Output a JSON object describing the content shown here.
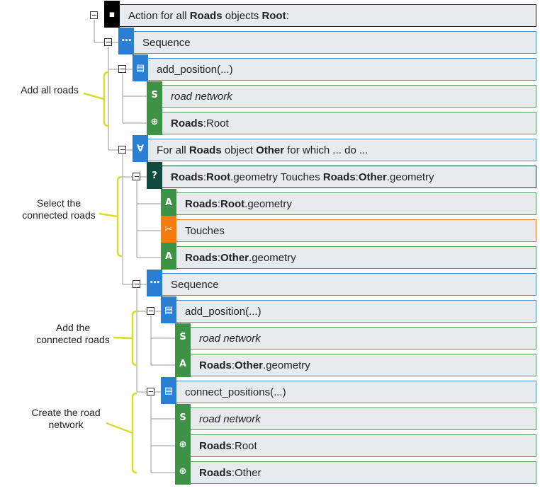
{
  "colors": {
    "blue": "#2a7ed3",
    "green": "#3d9245",
    "darkgreen": "#0f4a3f",
    "black": "#000000",
    "orange": "#f77b0c",
    "annotation": "#d6dc30",
    "node_bg": "#e8ebee"
  },
  "nodes": [
    {
      "id": "n0",
      "name": "action-for-all-node",
      "color": "black",
      "icon": "action-arrow-icon",
      "glyph": "▪",
      "parts": [
        {
          "t": "Action for all "
        },
        {
          "t": "Roads",
          "b": true
        },
        {
          "t": " objects "
        },
        {
          "t": "Root",
          "b": true
        },
        {
          "t": ":"
        }
      ]
    },
    {
      "id": "n1",
      "name": "sequence-node",
      "color": "blue",
      "icon": "sequence-dots-icon",
      "glyph": "•••",
      "parts": [
        {
          "t": "Sequence"
        }
      ]
    },
    {
      "id": "n2",
      "name": "add-position-node",
      "color": "blue",
      "icon": "procedure-icon",
      "glyph": "▤",
      "parts": [
        {
          "t": "add_position(...)"
        }
      ]
    },
    {
      "id": "n3",
      "name": "road-network-parameter",
      "color": "green",
      "icon": "string-s-icon",
      "glyph": "S",
      "italic": true,
      "parts": [
        {
          "t": "road network"
        }
      ]
    },
    {
      "id": "n4",
      "name": "roads-root-object",
      "color": "green",
      "icon": "object-target-icon",
      "glyph": "⊕",
      "parts": [
        {
          "t": "Roads",
          "b": true
        },
        {
          "t": ":Root"
        }
      ]
    },
    {
      "id": "n5",
      "name": "for-all-loop-node",
      "color": "blue",
      "icon": "for-all-icon",
      "glyph": "∀",
      "parts": [
        {
          "t": "For all "
        },
        {
          "t": "Roads",
          "b": true
        },
        {
          "t": " object "
        },
        {
          "t": "Other",
          "b": true
        },
        {
          "t": " for which ... do ..."
        }
      ]
    },
    {
      "id": "n6",
      "name": "touches-condition-node",
      "color": "darkgreen",
      "icon": "question-icon",
      "glyph": "?",
      "parts": [
        {
          "t": "Roads",
          "b": true
        },
        {
          "t": ":"
        },
        {
          "t": "Root",
          "b": true
        },
        {
          "t": ".geometry Touches "
        },
        {
          "t": "Roads",
          "b": true
        },
        {
          "t": ":"
        },
        {
          "t": "Other",
          "b": true
        },
        {
          "t": ".geometry"
        }
      ]
    },
    {
      "id": "n7",
      "name": "root-geometry-attribute",
      "color": "green",
      "icon": "attribute-a-icon",
      "glyph": "A",
      "parts": [
        {
          "t": "Roads",
          "b": true
        },
        {
          "t": ":"
        },
        {
          "t": "Root",
          "b": true
        },
        {
          "t": ".geometry"
        }
      ]
    },
    {
      "id": "n8",
      "name": "touches-operator-node",
      "color": "orange",
      "icon": "spatial-operator-icon",
      "glyph": "✂",
      "parts": [
        {
          "t": "Touches"
        }
      ]
    },
    {
      "id": "n9",
      "name": "other-geometry-attribute",
      "color": "green",
      "icon": "attribute-a-icon",
      "glyph": "A",
      "parts": [
        {
          "t": "Roads",
          "b": true
        },
        {
          "t": ":"
        },
        {
          "t": "Other",
          "b": true
        },
        {
          "t": ".geometry"
        }
      ]
    },
    {
      "id": "n10",
      "name": "inner-sequence-node",
      "color": "blue",
      "icon": "sequence-dots-icon",
      "glyph": "•••",
      "parts": [
        {
          "t": "Sequence"
        }
      ]
    },
    {
      "id": "n11",
      "name": "inner-add-position-node",
      "color": "blue",
      "icon": "procedure-icon",
      "glyph": "▤",
      "parts": [
        {
          "t": "add_position(...)"
        }
      ]
    },
    {
      "id": "n12",
      "name": "inner-road-network-parameter",
      "color": "green",
      "icon": "string-s-icon",
      "glyph": "S",
      "italic": true,
      "parts": [
        {
          "t": "road network"
        }
      ]
    },
    {
      "id": "n13",
      "name": "inner-other-geometry-attribute",
      "color": "green",
      "icon": "attribute-a-icon",
      "glyph": "A",
      "parts": [
        {
          "t": "Roads",
          "b": true
        },
        {
          "t": ":"
        },
        {
          "t": "Other",
          "b": true
        },
        {
          "t": ".geometry"
        }
      ]
    },
    {
      "id": "n14",
      "name": "connect-positions-node",
      "color": "blue",
      "icon": "procedure-icon",
      "glyph": "▤",
      "parts": [
        {
          "t": "connect_positions(...)"
        }
      ]
    },
    {
      "id": "n15",
      "name": "connect-road-network-parameter",
      "color": "green",
      "icon": "string-s-icon",
      "glyph": "S",
      "italic": true,
      "parts": [
        {
          "t": "road network"
        }
      ]
    },
    {
      "id": "n16",
      "name": "connect-roads-root-object",
      "color": "green",
      "icon": "object-target-icon",
      "glyph": "⊕",
      "parts": [
        {
          "t": "Roads",
          "b": true
        },
        {
          "t": ":Root"
        }
      ]
    },
    {
      "id": "n17",
      "name": "connect-roads-other-object",
      "color": "green",
      "icon": "object-target-icon",
      "glyph": "⊕",
      "parts": [
        {
          "t": "Roads",
          "b": true
        },
        {
          "t": ":Other"
        }
      ]
    }
  ],
  "annotations": [
    {
      "id": "a0",
      "name": "annotation-add-all-roads",
      "text": "Add all roads"
    },
    {
      "id": "a1",
      "name": "annotation-select-connected-roads",
      "line1": "Select the",
      "line2": "connected roads"
    },
    {
      "id": "a2",
      "name": "annotation-add-connected-roads",
      "line1": "Add the",
      "line2": "connected roads"
    },
    {
      "id": "a3",
      "name": "annotation-create-road-network",
      "line1": "Create the road",
      "line2": "network"
    }
  ]
}
